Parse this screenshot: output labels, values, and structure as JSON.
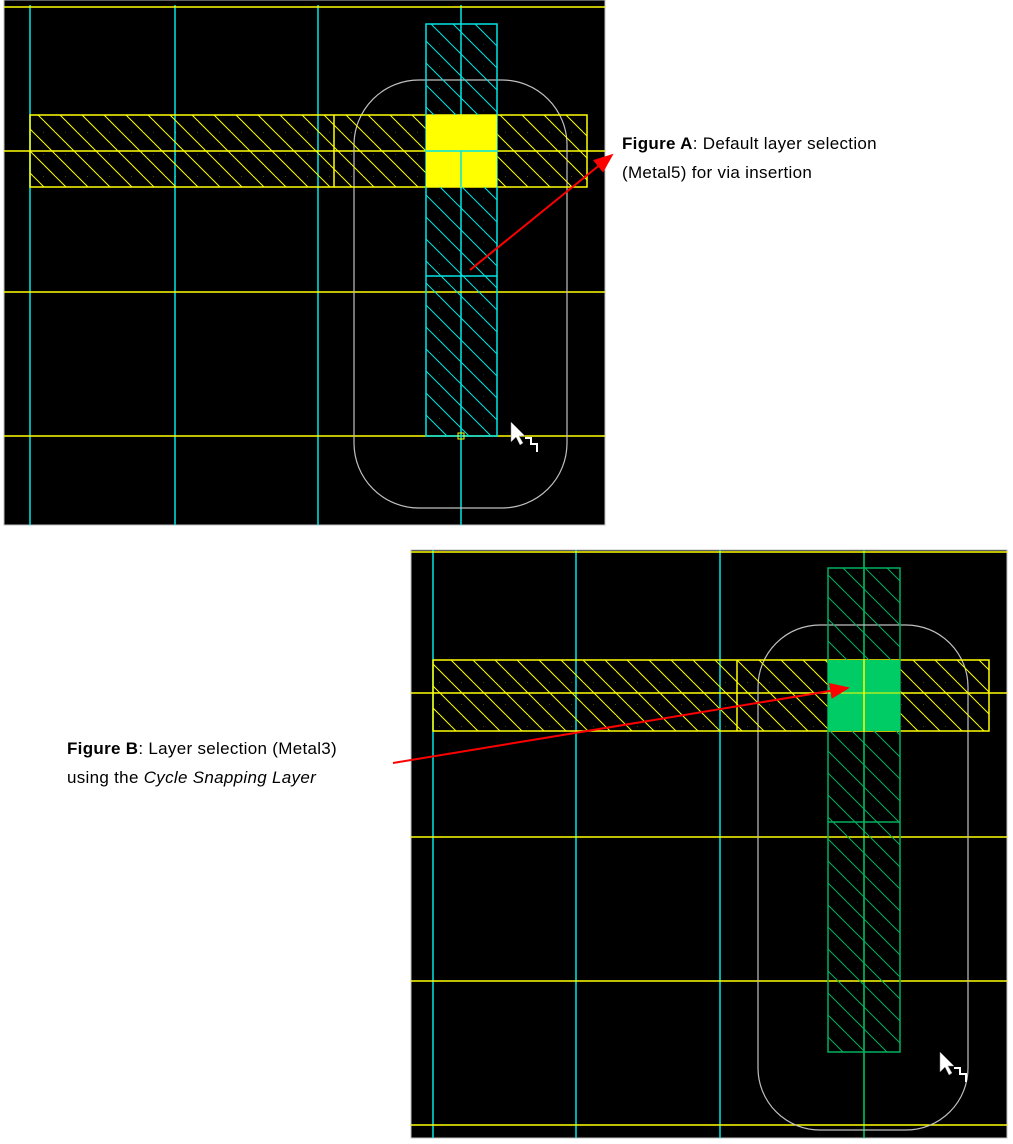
{
  "figure_a": {
    "label": "Figure A",
    "text_line1": ": Default layer selection",
    "text_line2": "(Metal5) for via insertion",
    "highlight_color": "#ffff00",
    "via_layer_color": "#00ffff"
  },
  "figure_b": {
    "label": "Figure B",
    "text_line1": ": Layer selection (Metal3)",
    "text_line2_prefix": "using the ",
    "text_line2_italic": "Cycle Snapping Layer",
    "highlight_color": "#00cc66",
    "via_layer_color": "#00cc66"
  },
  "colors": {
    "arrow": "#ff0000",
    "metal_h": "#ffff00",
    "grid_v": "#00e5e5",
    "outline": "#c0c0c0"
  }
}
